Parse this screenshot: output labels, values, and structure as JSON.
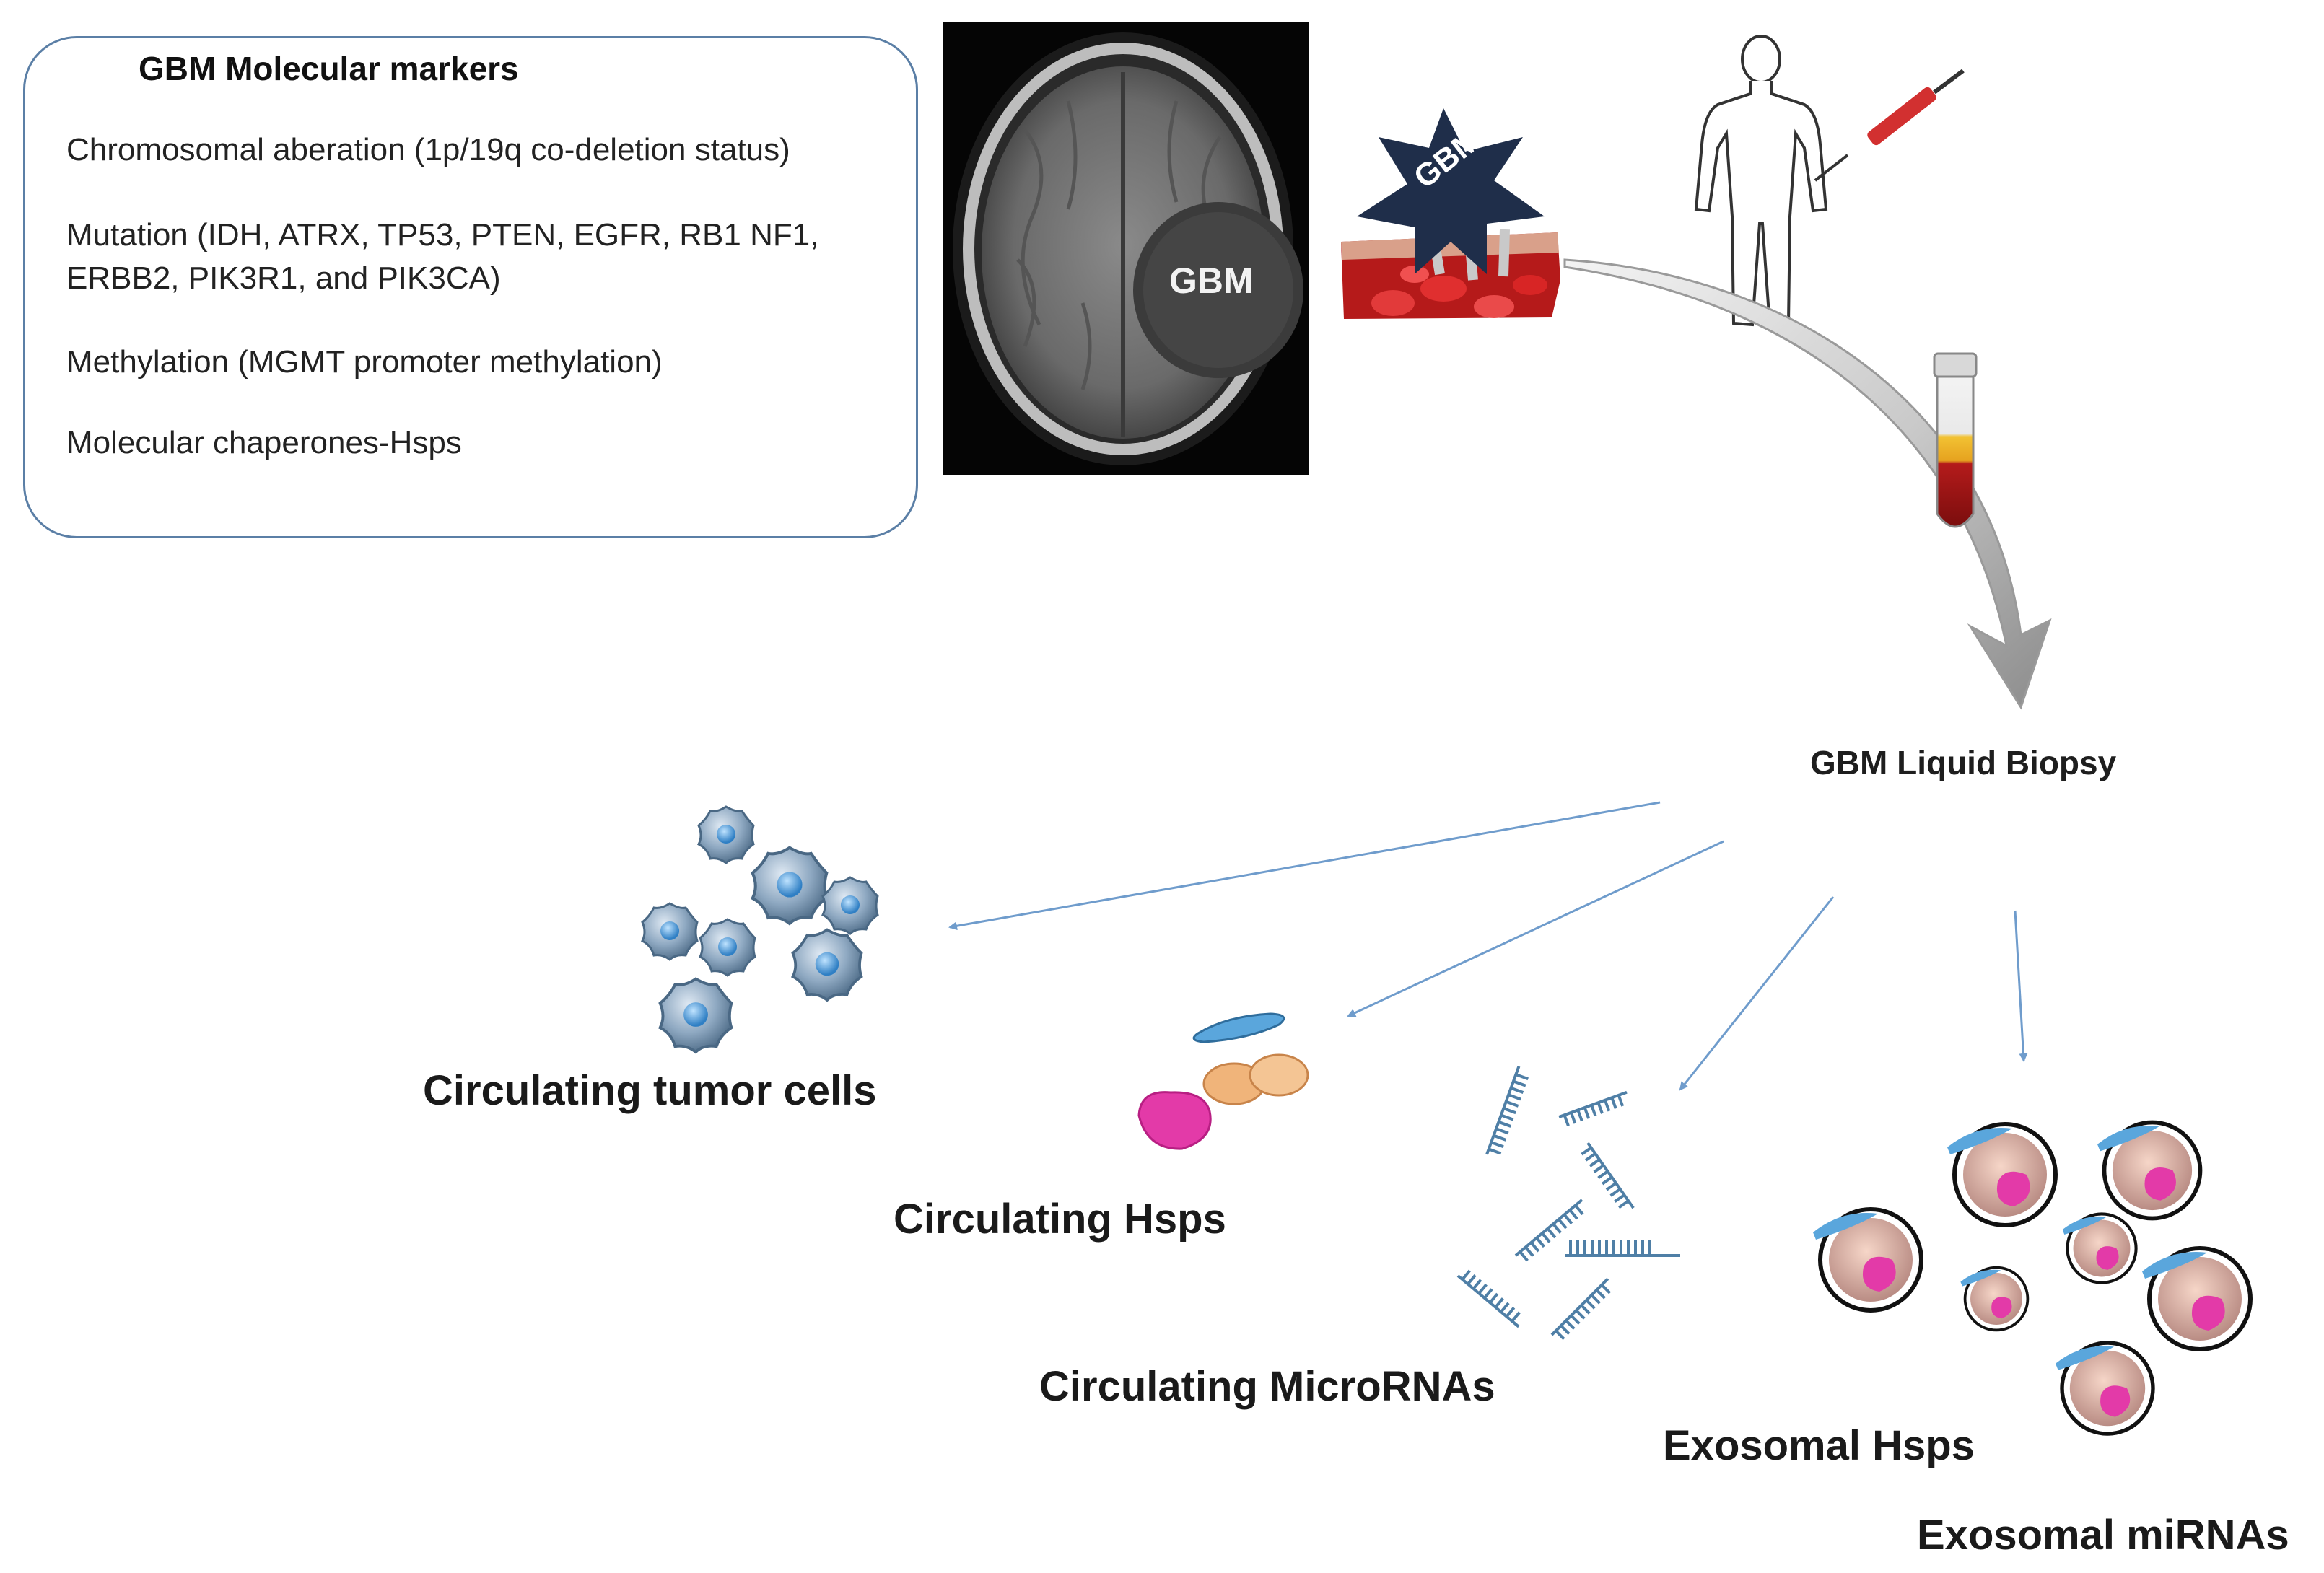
{
  "markers": {
    "title": "GBM Molecular markers",
    "lines": [
      "Chromosomal aberation (1p/19q co-deletion status)",
      "Mutation (IDH, ATRX, TP53, PTEN, EGFR, RB1 NF1,",
      "ERBB2, PIK3R1, and PIK3CA)",
      "Methylation (MGMT promoter methylation)",
      "Molecular chaperones-Hsps"
    ]
  },
  "mri": {
    "label": "GBM"
  },
  "tumor_star": {
    "label": "GBM"
  },
  "biopsy": {
    "label": "GBM Liquid Biopsy"
  },
  "branches": {
    "ctc": "Circulating tumor cells",
    "hsps": "Circulating Hsps",
    "mirna": "Circulating MicroRNAs",
    "exo_hsps": "Exosomal Hsps",
    "exo_mirna": "Exosomal miRNAs"
  },
  "colors": {
    "box_border": "#5b7fa6",
    "arrow_blue": "#6f9ccc",
    "cell_blue": "#6b8fb0",
    "blood_red": "#b51a1a",
    "hsp_pink": "#e33aa8",
    "hsp_peach": "#f0b47a",
    "hsp_blue": "#5aa6dc",
    "mirna_blue": "#4f7fa6",
    "star_navy": "#1f2e4a"
  }
}
